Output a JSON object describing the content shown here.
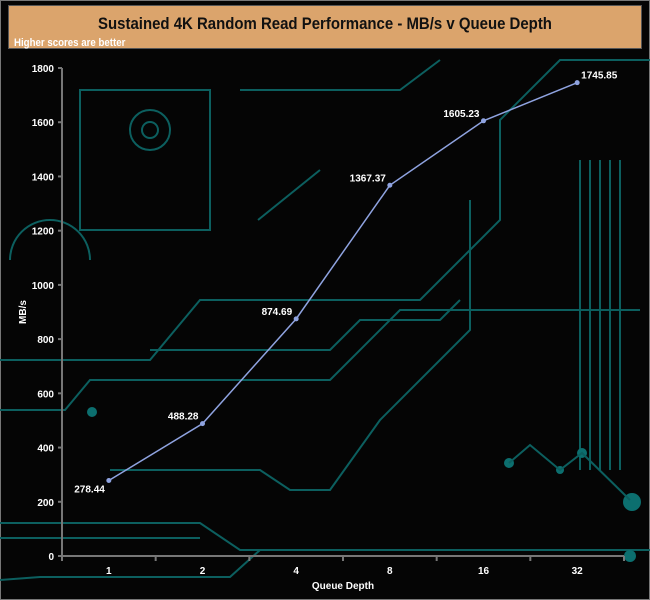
{
  "chart_data": {
    "type": "line",
    "title": "Sustained 4K Random Read Performance - MB/s v Queue Depth",
    "subtitle": "Higher scores are better",
    "xlabel": "Queue Depth",
    "ylabel": "MB/s",
    "categories": [
      "1",
      "2",
      "4",
      "8",
      "16",
      "32"
    ],
    "series": [
      {
        "name": "MB/s",
        "values": [
          278.44,
          488.28,
          874.69,
          1367.37,
          1605.23,
          1745.85
        ],
        "color": "#8fa3e0"
      }
    ],
    "ylim": [
      0,
      1800
    ],
    "yticks": [
      0,
      200,
      400,
      600,
      800,
      1000,
      1200,
      1400,
      1600,
      1800
    ],
    "grid": false,
    "data_labels": [
      "278.44",
      "488.28",
      "874.69",
      "1367.37",
      "1605.23",
      "1745.85"
    ]
  }
}
